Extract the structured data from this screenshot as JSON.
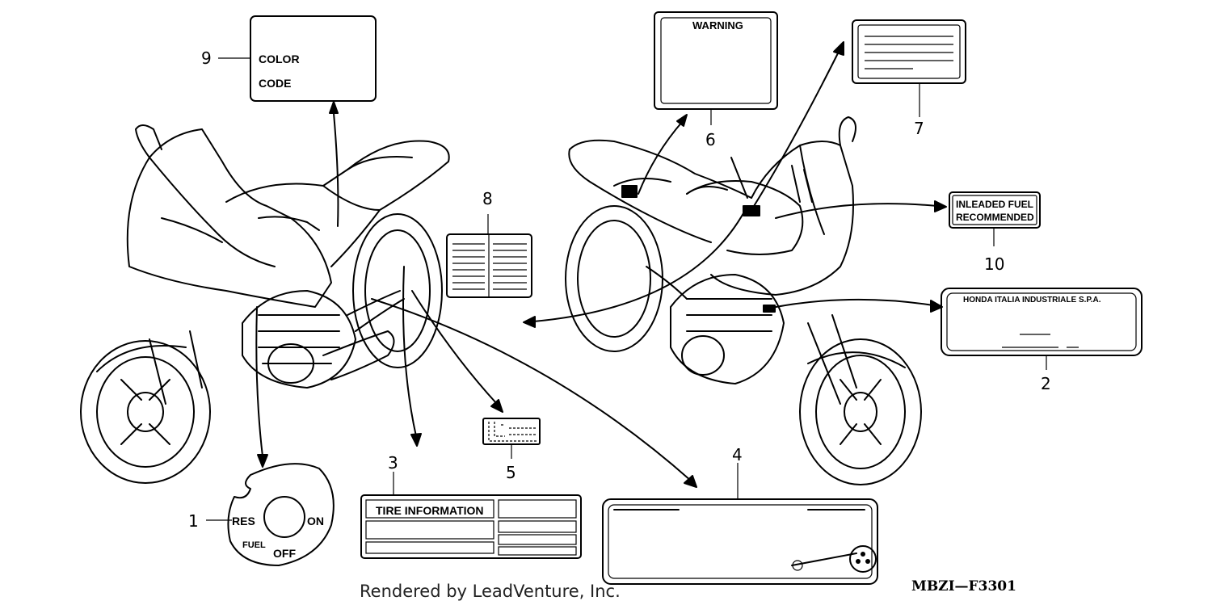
{
  "callouts": {
    "c1": "1",
    "c2": "2",
    "c3": "3",
    "c4": "4",
    "c5": "5",
    "c6": "6",
    "c7": "7",
    "c8": "8",
    "c9": "9",
    "c10": "10"
  },
  "labels": {
    "color": "COLOR",
    "code": "CODE",
    "warning": "WARNING",
    "fuel_line1": "INLEADED FUEL",
    "fuel_line2": "RECOMMENDED",
    "honda": "HONDA ITALIA INDUSTRIALE S.P.A.",
    "tire": "TIRE INFORMATION",
    "res": "RES",
    "on": "ON",
    "fuel": "FUEL",
    "off": "OFF"
  },
  "footer": {
    "rendered_by": "Rendered by LeadVenture, Inc.",
    "diagram_code": "MBZI—F3301"
  }
}
